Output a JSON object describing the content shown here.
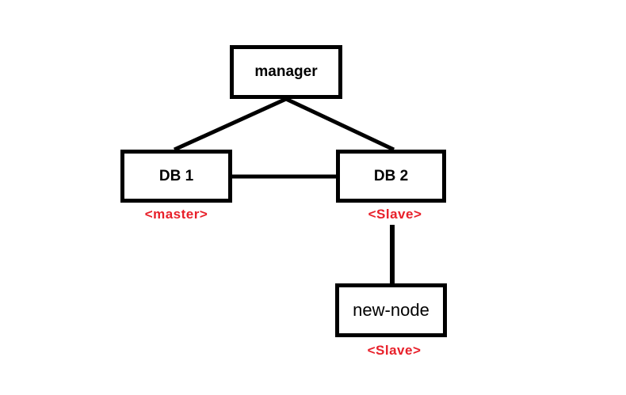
{
  "colors": {
    "box_border": "#000000",
    "connector": "#000000",
    "role_label": "#e8202a"
  },
  "nodes": {
    "manager": {
      "label": "manager"
    },
    "db1": {
      "label": "DB 1",
      "role": "<master>"
    },
    "db2": {
      "label": "DB 2",
      "role": "<Slave>"
    },
    "new_node": {
      "label": "new-node",
      "role": "<Slave>"
    }
  }
}
